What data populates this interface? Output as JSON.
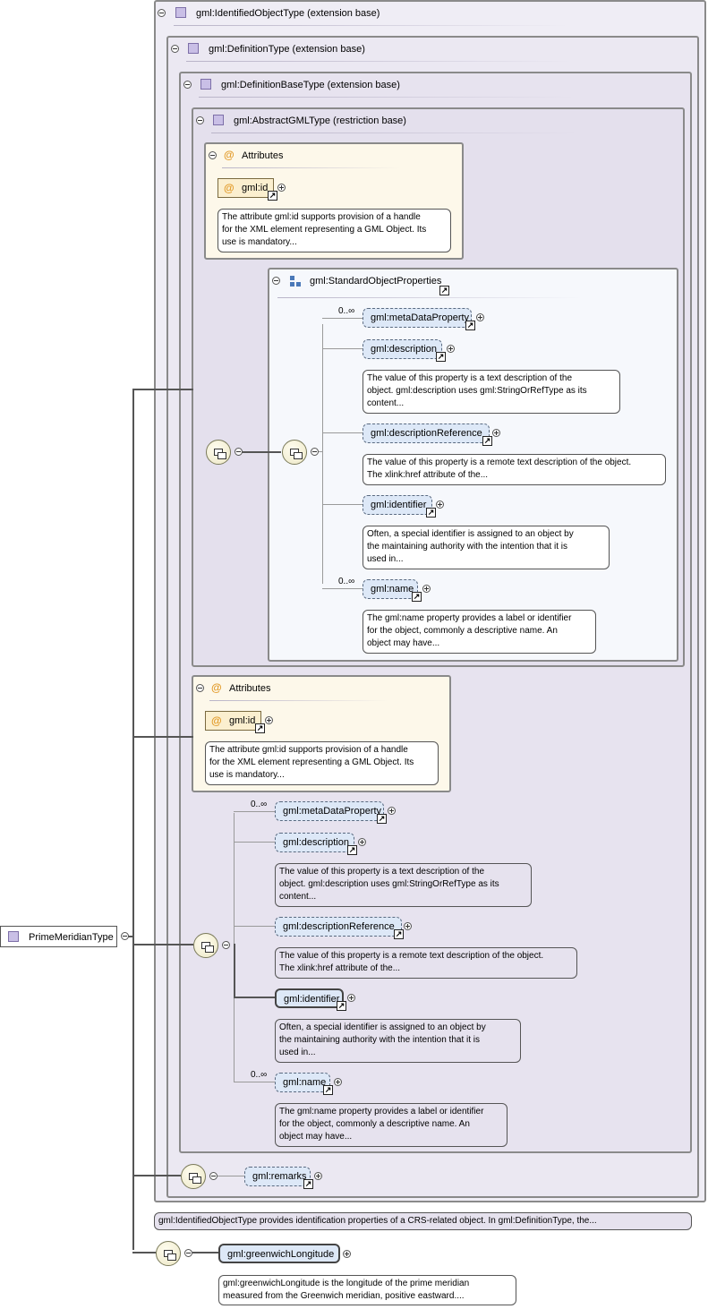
{
  "root": {
    "label": "PrimeMeridianType"
  },
  "ext1": {
    "label": "gml:IdentifiedObjectType (extension base)"
  },
  "ext2": {
    "label": "gml:DefinitionType (extension base)"
  },
  "ext3": {
    "label": "gml:DefinitionBaseType (extension base)"
  },
  "ext4": {
    "label": "gml:AbstractGMLType (restriction base)"
  },
  "attributes_label": "Attributes",
  "attr_id": {
    "label": "gml:id",
    "doc": [
      "The attribute gml:id supports provision of a handle",
      "for the XML element representing a GML Object. Its",
      "use is mandatory..."
    ]
  },
  "group": {
    "label": "gml:StandardObjectProperties"
  },
  "cardinality": "0..∞",
  "elements": {
    "metaDataProperty": {
      "label": "gml:metaDataProperty"
    },
    "description": {
      "label": "gml:description",
      "doc": [
        "The value of this property is a text description of the",
        "object. gml:description uses gml:StringOrRefType as its",
        "content..."
      ]
    },
    "descriptionReference": {
      "label": "gml:descriptionReference",
      "doc": [
        "The value of this property is a remote text description of the object.",
        "The xlink:href attribute of the..."
      ]
    },
    "identifier": {
      "label": "gml:identifier",
      "doc": [
        "Often, a special identifier is assigned to an object by",
        "the maintaining authority with the intention that it is",
        "used in..."
      ]
    },
    "name": {
      "label": "gml:name",
      "doc": [
        "The gml:name property provides a label or identifier",
        "for the object, commonly a descriptive name. An",
        "object may have..."
      ]
    },
    "remarks": {
      "label": "gml:remarks"
    },
    "greenwichLongitude": {
      "label": "gml:greenwichLongitude",
      "doc": [
        "gml:greenwichLongitude is the longitude of the prime meridian",
        "measured from the Greenwich meridian, positive eastward...."
      ]
    }
  },
  "identified_doc": "gml:IdentifiedObjectType provides identification properties of a CRS-related object. In gml:DefinitionType, the...",
  "icons": {
    "complex_type": "complex-type-icon",
    "attribute": "at-sign-icon",
    "group": "group-icon",
    "sequence": "sequence-icon",
    "link": "arrow-link-icon",
    "expand": "plus-circle-icon",
    "collapse": "minus-circle-icon"
  }
}
